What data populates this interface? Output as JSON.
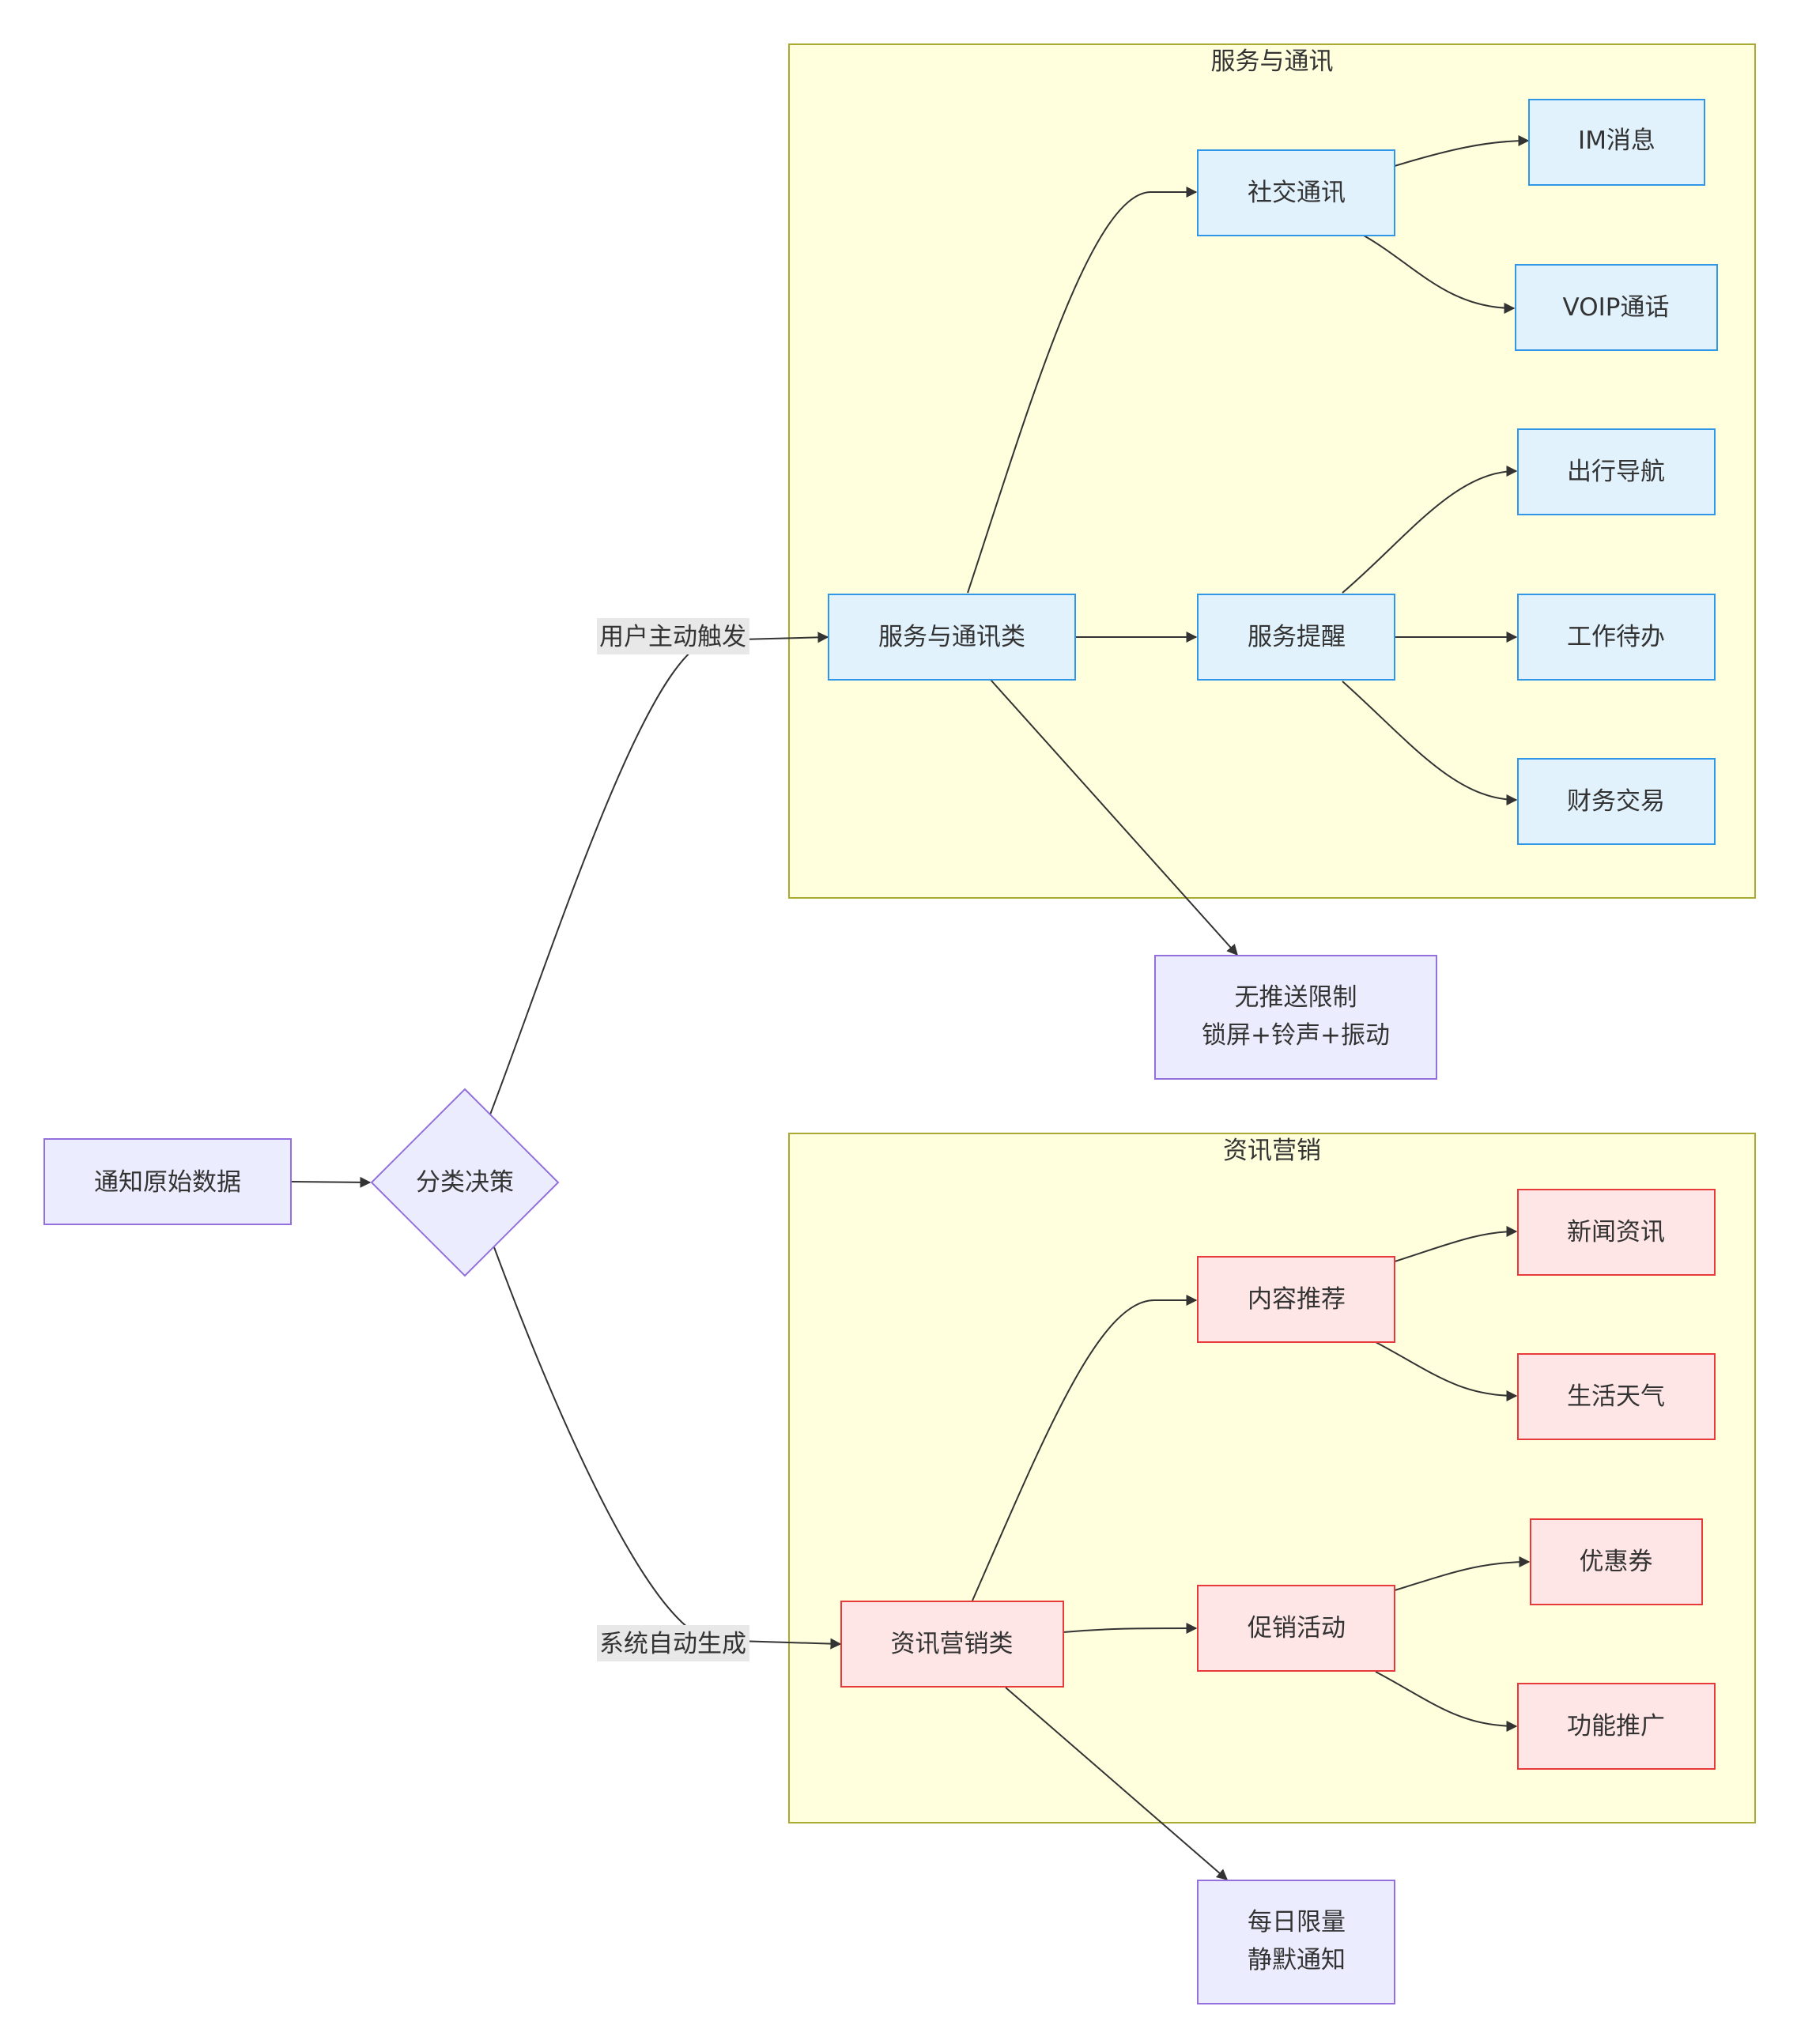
{
  "colors": {
    "cluster_fill": "#ffffde",
    "cluster_stroke": "#aaaa33",
    "default_fill": "#ececff",
    "default_stroke": "#9370db",
    "service_fill": "#e1f2fd",
    "service_stroke": "#2f96e8",
    "marketing_fill": "#ffe6e6",
    "marketing_stroke": "#e83a3a",
    "edge": "#333333",
    "edge_label_bg": "#e8e8e8"
  },
  "clusters": {
    "service": {
      "title": "服务与通讯"
    },
    "marketing": {
      "title": "资讯营销"
    }
  },
  "nodes": {
    "raw": {
      "label": "通知原始数据"
    },
    "decision": {
      "label": "分类决策"
    },
    "service_main": {
      "label": "服务与通讯类"
    },
    "social": {
      "label": "社交通讯"
    },
    "service_remind": {
      "label": "服务提醒"
    },
    "im": {
      "label": "IM消息"
    },
    "voip": {
      "label": "VOIP通话"
    },
    "travel": {
      "label": "出行导航"
    },
    "work": {
      "label": "工作待办"
    },
    "finance": {
      "label": "财务交易"
    },
    "no_limit": {
      "line1": "无推送限制",
      "line2": "锁屏+铃声+振动"
    },
    "marketing_main": {
      "label": "资讯营销类"
    },
    "content_rec": {
      "label": "内容推荐"
    },
    "promo": {
      "label": "促销活动"
    },
    "news": {
      "label": "新闻资讯"
    },
    "weather": {
      "label": "生活天气"
    },
    "coupon": {
      "label": "优惠券"
    },
    "feature_promo": {
      "label": "功能推广"
    },
    "daily_limit": {
      "line1": "每日限量",
      "line2": "静默通知"
    }
  },
  "edge_labels": {
    "user_triggered": "用户主动触发",
    "system_generated": "系统自动生成"
  }
}
